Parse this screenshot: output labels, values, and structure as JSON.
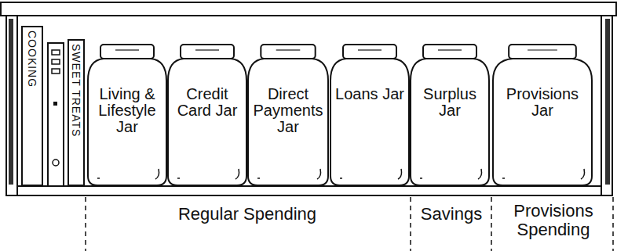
{
  "diagram": {
    "nodes": [
      {
        "text": [
          "COOKING"
        ]
      },
      {
        "text": [
          "SWEET TREATS"
        ]
      },
      {
        "text": [
          "Living & Lifestyle Jar"
        ]
      },
      {
        "text": [
          "Credit Card Jar"
        ]
      },
      {
        "text": [
          "Direct Payments Jar"
        ]
      },
      {
        "text": [
          "Loans Jar"
        ]
      },
      {
        "text": [
          "Surplus Jar"
        ]
      },
      {
        "text": [
          "Provisions Jar"
        ]
      }
    ],
    "labels": [
      "Regular Spending",
      "Savings",
      "Provisions Spending"
    ]
  }
}
